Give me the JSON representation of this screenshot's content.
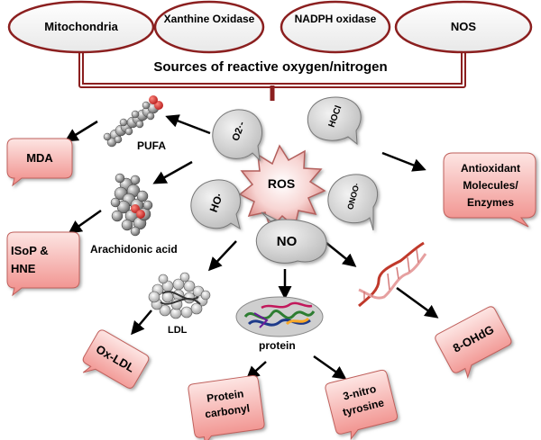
{
  "sources": [
    "Mitochondria",
    "Xanthine Oxidase",
    "NADPH oxidase",
    "NOS"
  ],
  "sources_title": "Sources of reactive oxygen/nitrogen",
  "center": "ROS",
  "species": {
    "superoxide": "O2·-",
    "hocl": "HOCl",
    "hydroxyl": "HO·",
    "peroxynitrite": "ONOO·",
    "nitric_oxide": "NO"
  },
  "targets": {
    "pufa": "PUFA",
    "arachidonic": "Arachidonic acid",
    "ldl": "LDL",
    "protein": "protein"
  },
  "products": {
    "mda": "MDA",
    "isop_hne": "ISoP & HNE",
    "ox_ldl": "Ox-LDL",
    "protein_carbonyl": "Protein carbonyl",
    "nitrotyrosine": "3-nitro tyrosine",
    "ohdg": "8-OHdG",
    "antioxidant": "Antioxidant Molecules/ Enzymes"
  },
  "colors": {
    "ellipse_border": "#8b1f1f",
    "bracket": "#8b1f1f",
    "product_fill_top": "#fde5e3",
    "product_fill_bottom": "#f18e8a",
    "bubble_fill": "#d8d8d8"
  }
}
